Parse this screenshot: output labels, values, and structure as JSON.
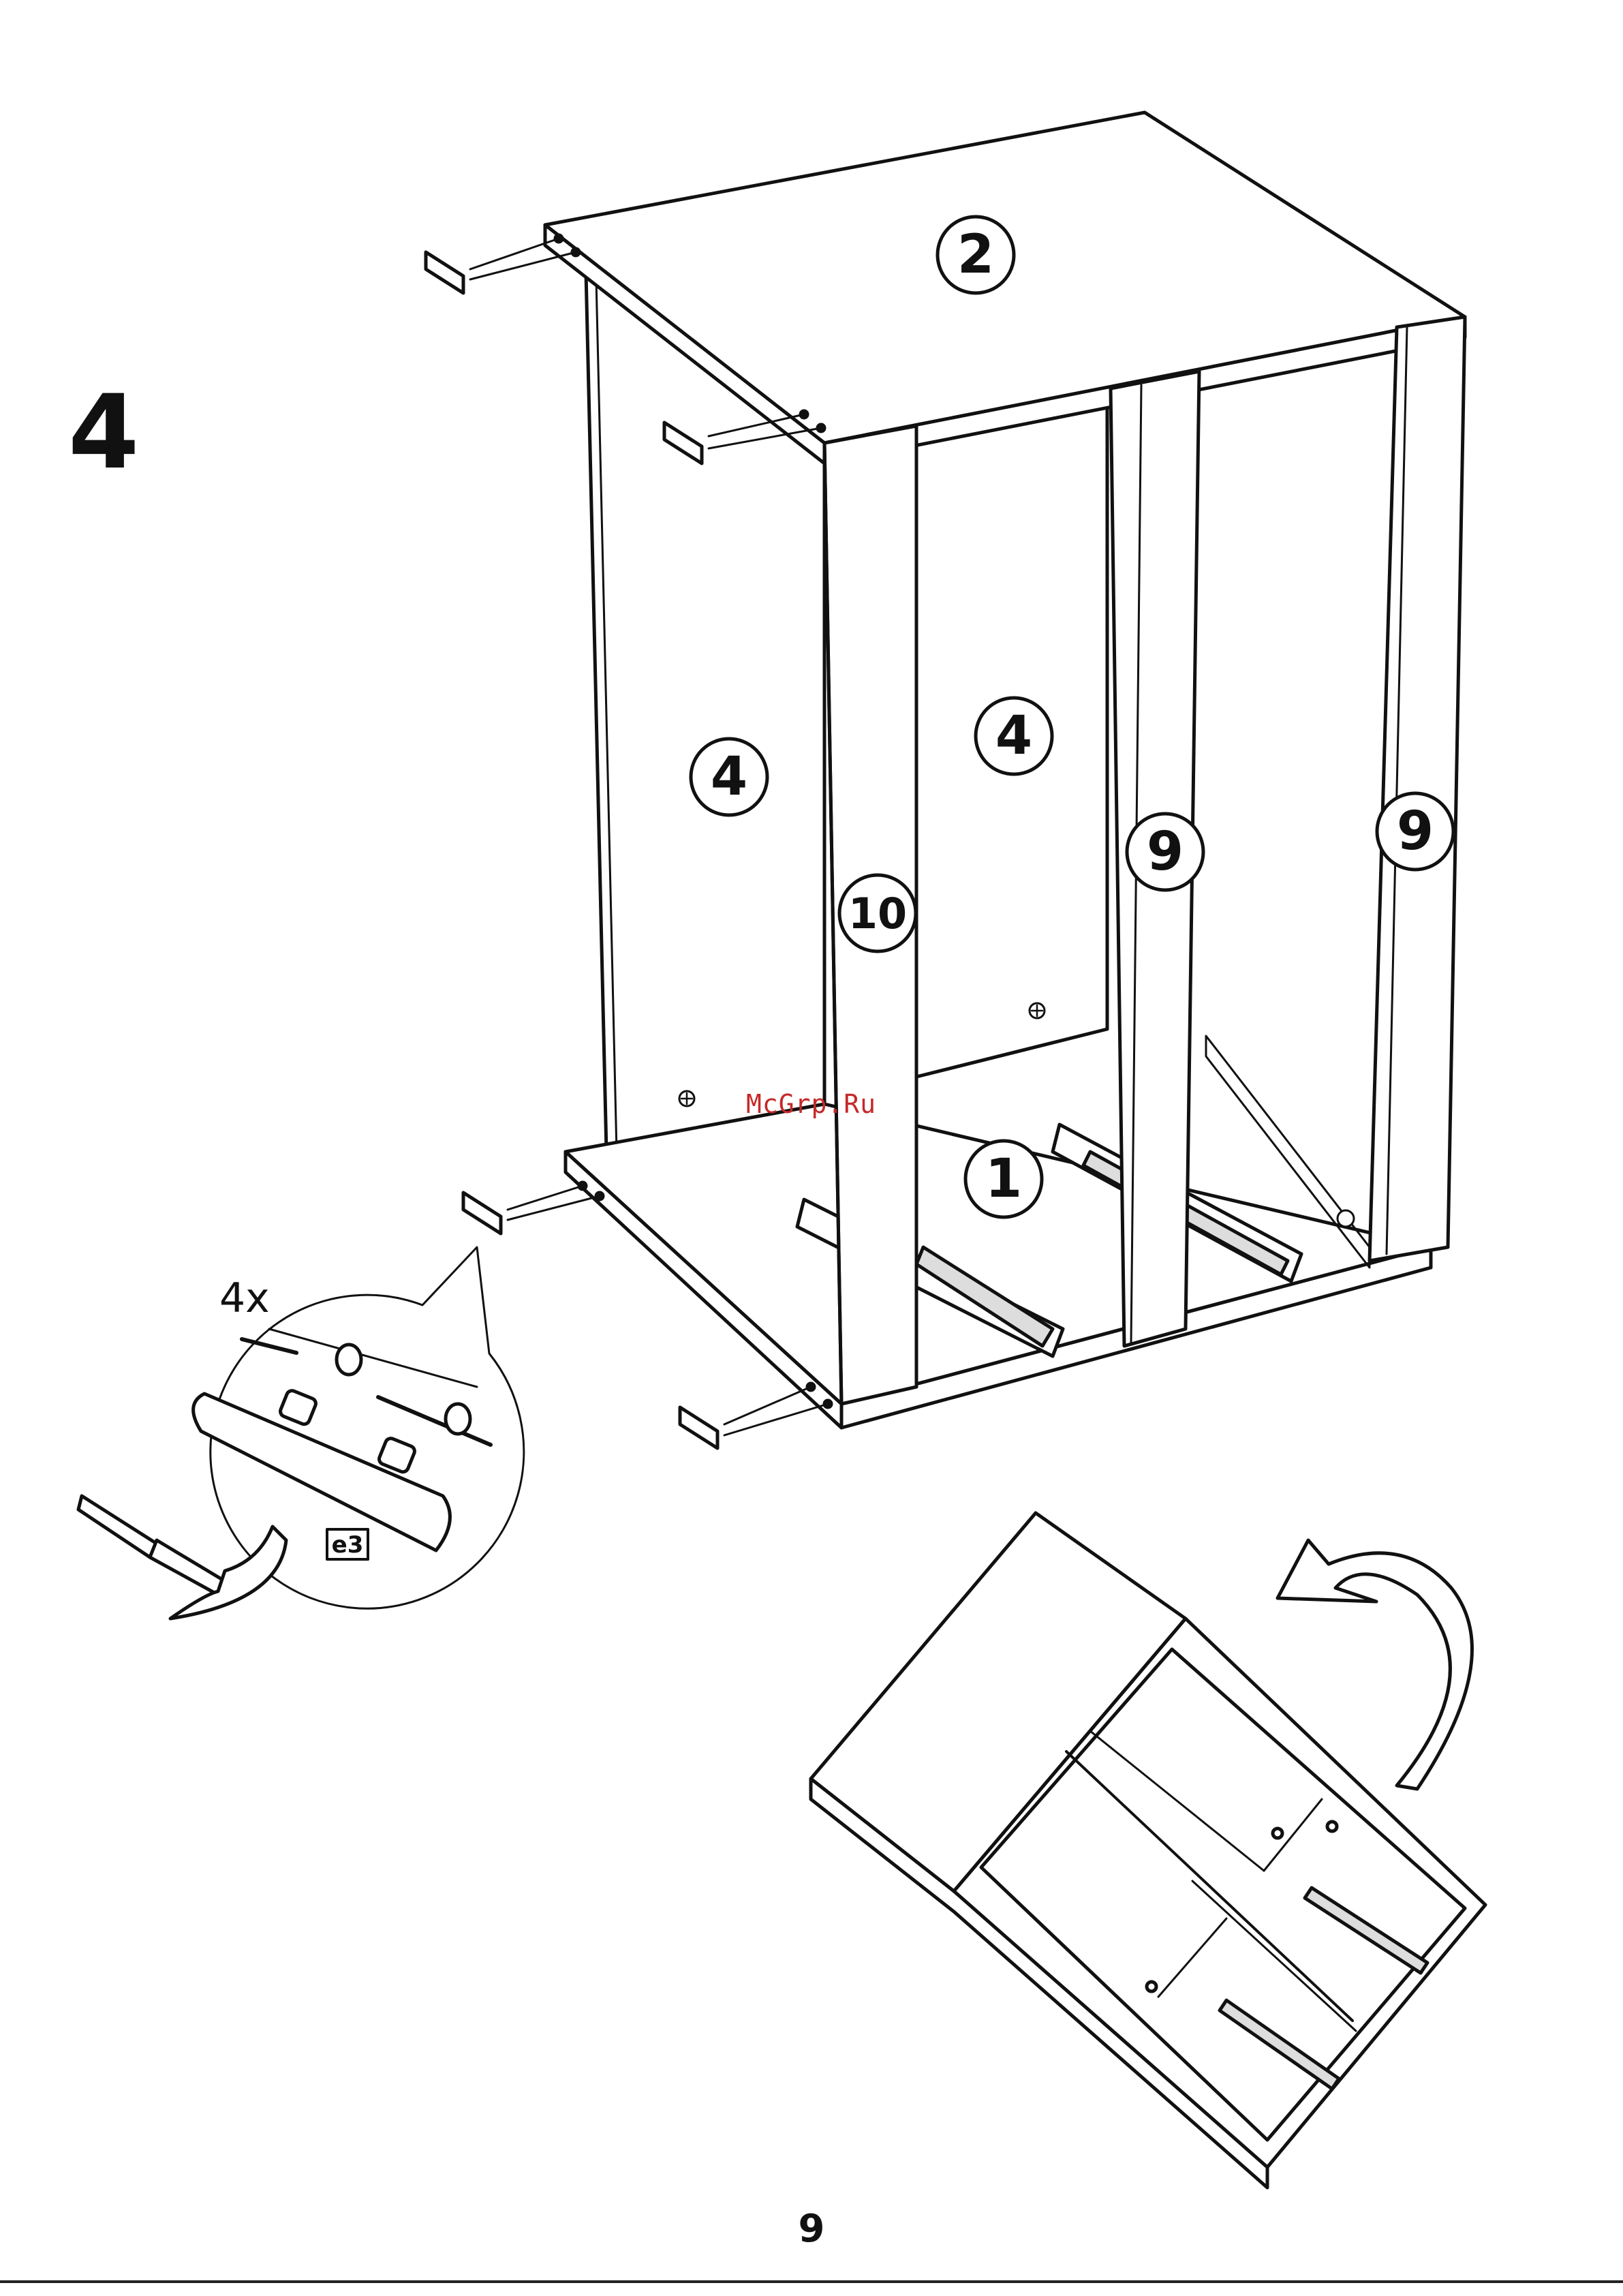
{
  "step": {
    "number": "4"
  },
  "parts": {
    "top": "2",
    "side_left": "4",
    "back": "4",
    "leg_front": "10",
    "leg_mid": "9",
    "leg_right": "9",
    "bottom": "1"
  },
  "detail": {
    "quantity": "4x",
    "part_code": "e3"
  },
  "watermark": "McGrp.Ru",
  "page": {
    "number": "9"
  }
}
